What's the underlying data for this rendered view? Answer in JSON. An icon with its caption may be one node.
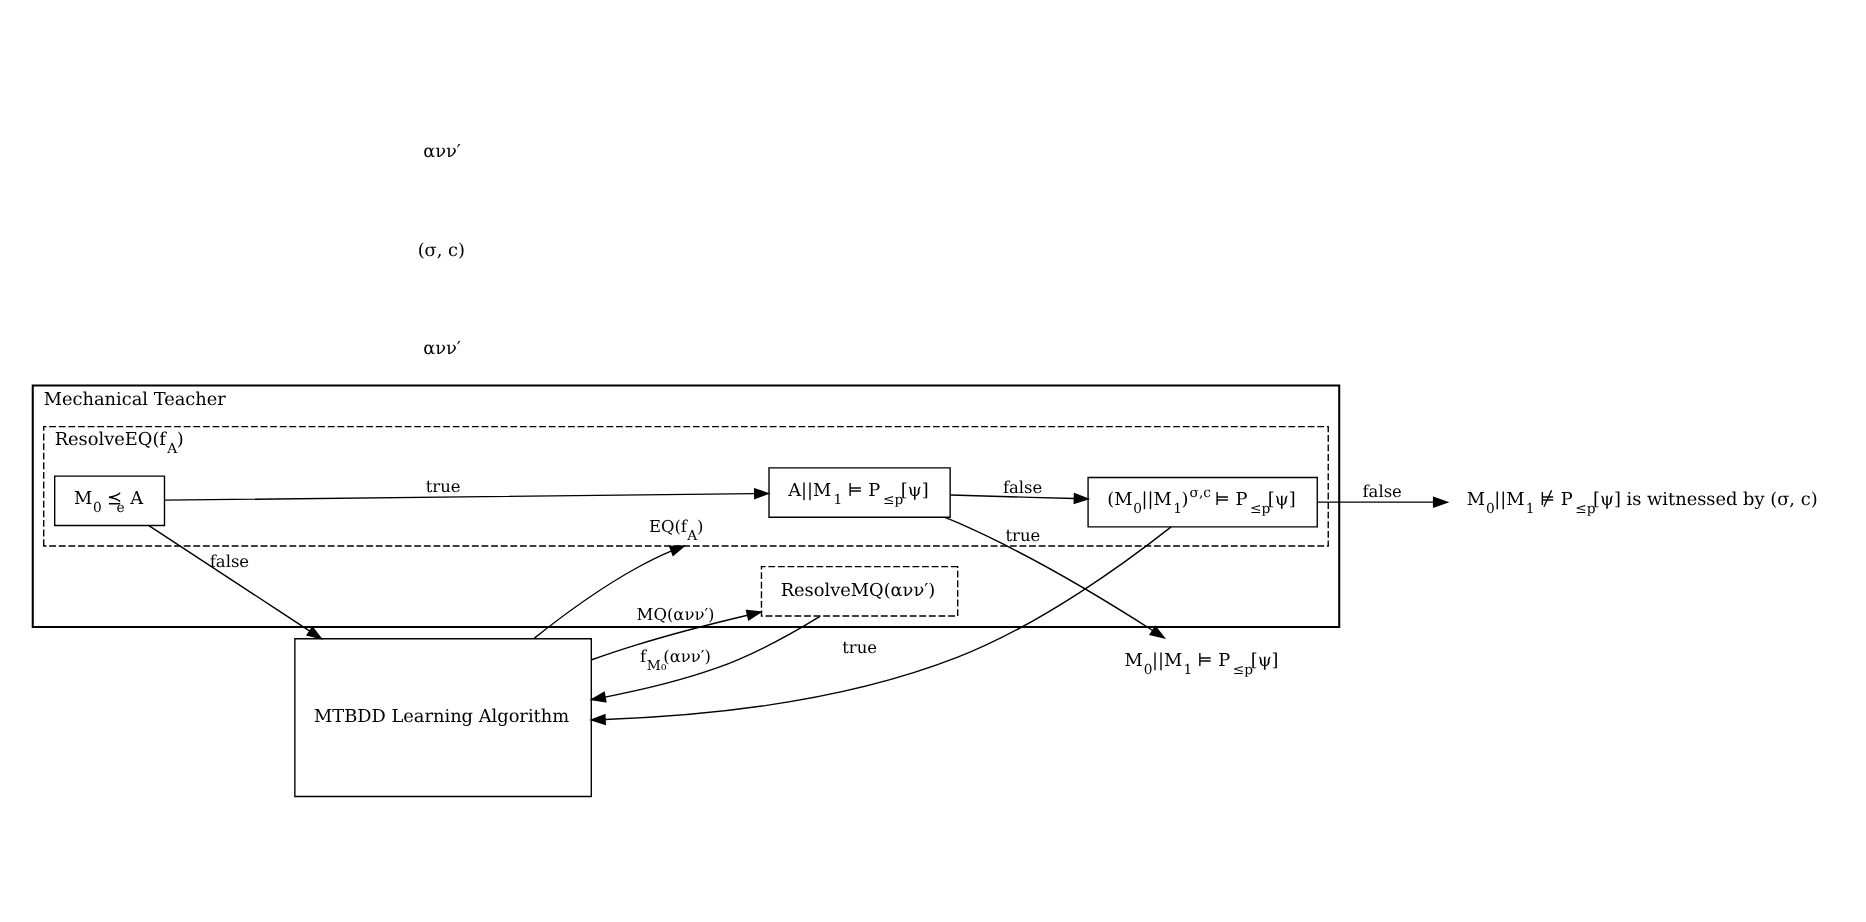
{
  "diagram": {
    "nodes": [
      {
        "text": [
          "MTBDD Learning Algorithm"
        ]
      },
      {
        "text": [
          "Mechanical Teacher"
        ]
      },
      {
        "text": [
          "ResolveMQ(ανν′)"
        ],
        "in": 1
      },
      {
        "text": [
          "ResolveEQ(f$_{A}$)"
        ],
        "in": 1
      },
      {
        "text": [
          "M$_{0}$ ⪯$_{e}$ A"
        ],
        "in": 3
      },
      {
        "text": [
          "A||M$_{1}$ ⊨ P$_{≤p}$[ψ]"
        ],
        "in": 3
      },
      {
        "text": [
          "(M$_{0}$||M$_{1}$)$^{σ,c}$ ⊨ P$_{≤p}$[ψ]"
        ],
        "in": 3
      },
      {
        "text": [
          "M$_{0}$||M$_{1}$ ⊨ P$_{≤p}$[ψ]"
        ]
      },
      {
        "text": [
          "M$_{0}$||M$_{1}$ ⊭ P$_{≤p}$[ψ] is witnessed by (σ, c)"
        ]
      }
    ],
    "edges": [
      {
        "from": 0,
        "to": 2,
        "arrow": "to",
        "label": "MQ(ανν′)"
      },
      {
        "from": 2,
        "to": 0,
        "arrow": "to",
        "label": "f$_{M₀}$(ανν′)"
      },
      {
        "from": 0,
        "to": 3,
        "arrow": "to",
        "label": "EQ(f$_{A}$)"
      },
      {
        "from": 4,
        "to": 0,
        "arrow": "to",
        "label": "false"
      },
      {
        "from": 4,
        "to": 5,
        "arrow": "to",
        "label": "true"
      },
      {
        "from": 5,
        "to": 7,
        "arrow": "to",
        "label": "true"
      },
      {
        "from": 5,
        "to": 6,
        "arrow": "to",
        "label": "false"
      },
      {
        "from": 6,
        "to": 0,
        "arrow": "to",
        "label": "true"
      },
      {
        "from": 6,
        "to": 8,
        "arrow": "to",
        "label": "false"
      }
    ],
    "labels": [
      "ανν′",
      "(σ, c)",
      "ανν′"
    ]
  }
}
